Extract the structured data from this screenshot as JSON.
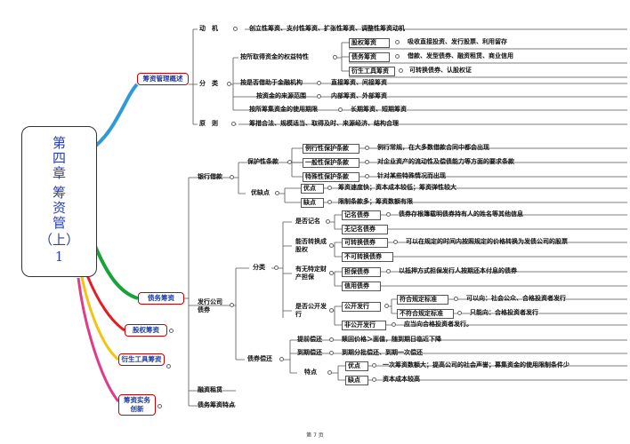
{
  "main": {
    "line1": "第",
    "line2": "四",
    "line3": "章",
    "line4": "筹",
    "line5": "资",
    "line6": "管",
    "line7": "（上）",
    "line8": "1"
  },
  "colors": {
    "branch_overview": "#2f9ad9",
    "branch_debt": "#17a33a",
    "branch_equity": "#e51b24",
    "branch_derivative": "#f2c30f",
    "branch_innovation": "#e03b8a",
    "frame": "#c00000",
    "title": "#2a3fb0"
  },
  "overview": {
    "title": "筹资管理概述",
    "motive": "动　机",
    "motive_desc": "创立性筹资、支付性筹资、扩张性筹资、调整性筹资动机",
    "category": "分　类",
    "equity_nature": "按所取得资金的权益特性",
    "equity_fin": "股权筹资",
    "equity_fin_desc": "吸收直接投资、发行股票、利用留存",
    "debt_fin": "债务筹资",
    "debt_fin_desc": "借款、发型债券、融资租赁、商业信用",
    "deriv_fin": "衍生工具筹资",
    "deriv_fin_desc": "可转换债券、认股权证",
    "by_intermediary": "按是否借助于金融机构",
    "by_intermediary_desc": "直接筹资、间接筹资",
    "by_source": "按资金的来源范围",
    "by_source_desc": "内部筹资、外部筹资",
    "by_period": "按所筹集资金的使用期限",
    "by_period_desc": "长期筹资、短期筹资",
    "principle": "原　则",
    "principle_desc": "筹措合法、规模适当、取得及时、来源经济、结构合理"
  },
  "debt": {
    "title": "债务筹资",
    "bank_loan": "银行借款",
    "protect": "保护性条款",
    "routine": "例行性保护条款",
    "routine_desc": "例行常规，在大多数借款合同中都会出现",
    "general": "一般性保护条款",
    "general_desc": "对企业资产的流动性及偿债能力等方面的要求条款",
    "special": "特殊性保护条款",
    "special_desc": "针对某些特殊情况而出现",
    "pros_cons": "优缺点",
    "pros": "优点",
    "pros_desc": "筹资速度快；资本成本较低；筹资弹性较大",
    "cons": "缺点",
    "cons_desc": "限制条款多；筹资数额有限",
    "bond": "发行公司债券",
    "classify": "分类",
    "registered_q": "是否记名",
    "registered": "记名债券",
    "registered_desc": "债券存根簿载明债券持有人的姓名等其他信息",
    "unregistered": "无记名债券",
    "convertible_q": "能否转换成股权",
    "convertible": "可转换债券",
    "convertible_desc": "可以在规定的时间内按照规定的价格转换为发债公司的股票",
    "non_convertible": "不可转换债券",
    "collateral_q": "有无特定财产担保",
    "secured": "担保债券",
    "secured_desc": "以抵押方式担保发行人按期还本付息的债券",
    "credit": "信用债券",
    "public_q": "是否公开发行",
    "public": "公开发行",
    "qualified": "符合规定标准",
    "qualified_desc": "可以向：社会公众、合格投资者发行",
    "unqualified": "不符合规定标准",
    "unqualified_desc": "只能向：合格投资者发行",
    "private": "非公开发行",
    "private_desc": "应当向合格投资者发行。",
    "repay": "债券偿还",
    "early": "提前偿还",
    "early_desc": "赎回价格＞面值，随到期日临近下降",
    "maturity": "到期偿还",
    "maturity_desc": "到期分批偿还、到期一次偿还",
    "features": "特点",
    "f_pros": "优点",
    "f_pros_desc": "一次筹资数额大；提高公司的社会声誉；募集资金的使用限制条件少",
    "f_cons": "缺点",
    "f_cons_desc": "资本成本较高",
    "lease": "融资租赁",
    "debt_features": "债务筹资特点"
  },
  "equity": {
    "title": "股权筹资"
  },
  "derivative": {
    "title": "衍生工具筹资"
  },
  "innovation": {
    "title": "筹资实务创新"
  },
  "footer": {
    "page": "第 7 页"
  }
}
